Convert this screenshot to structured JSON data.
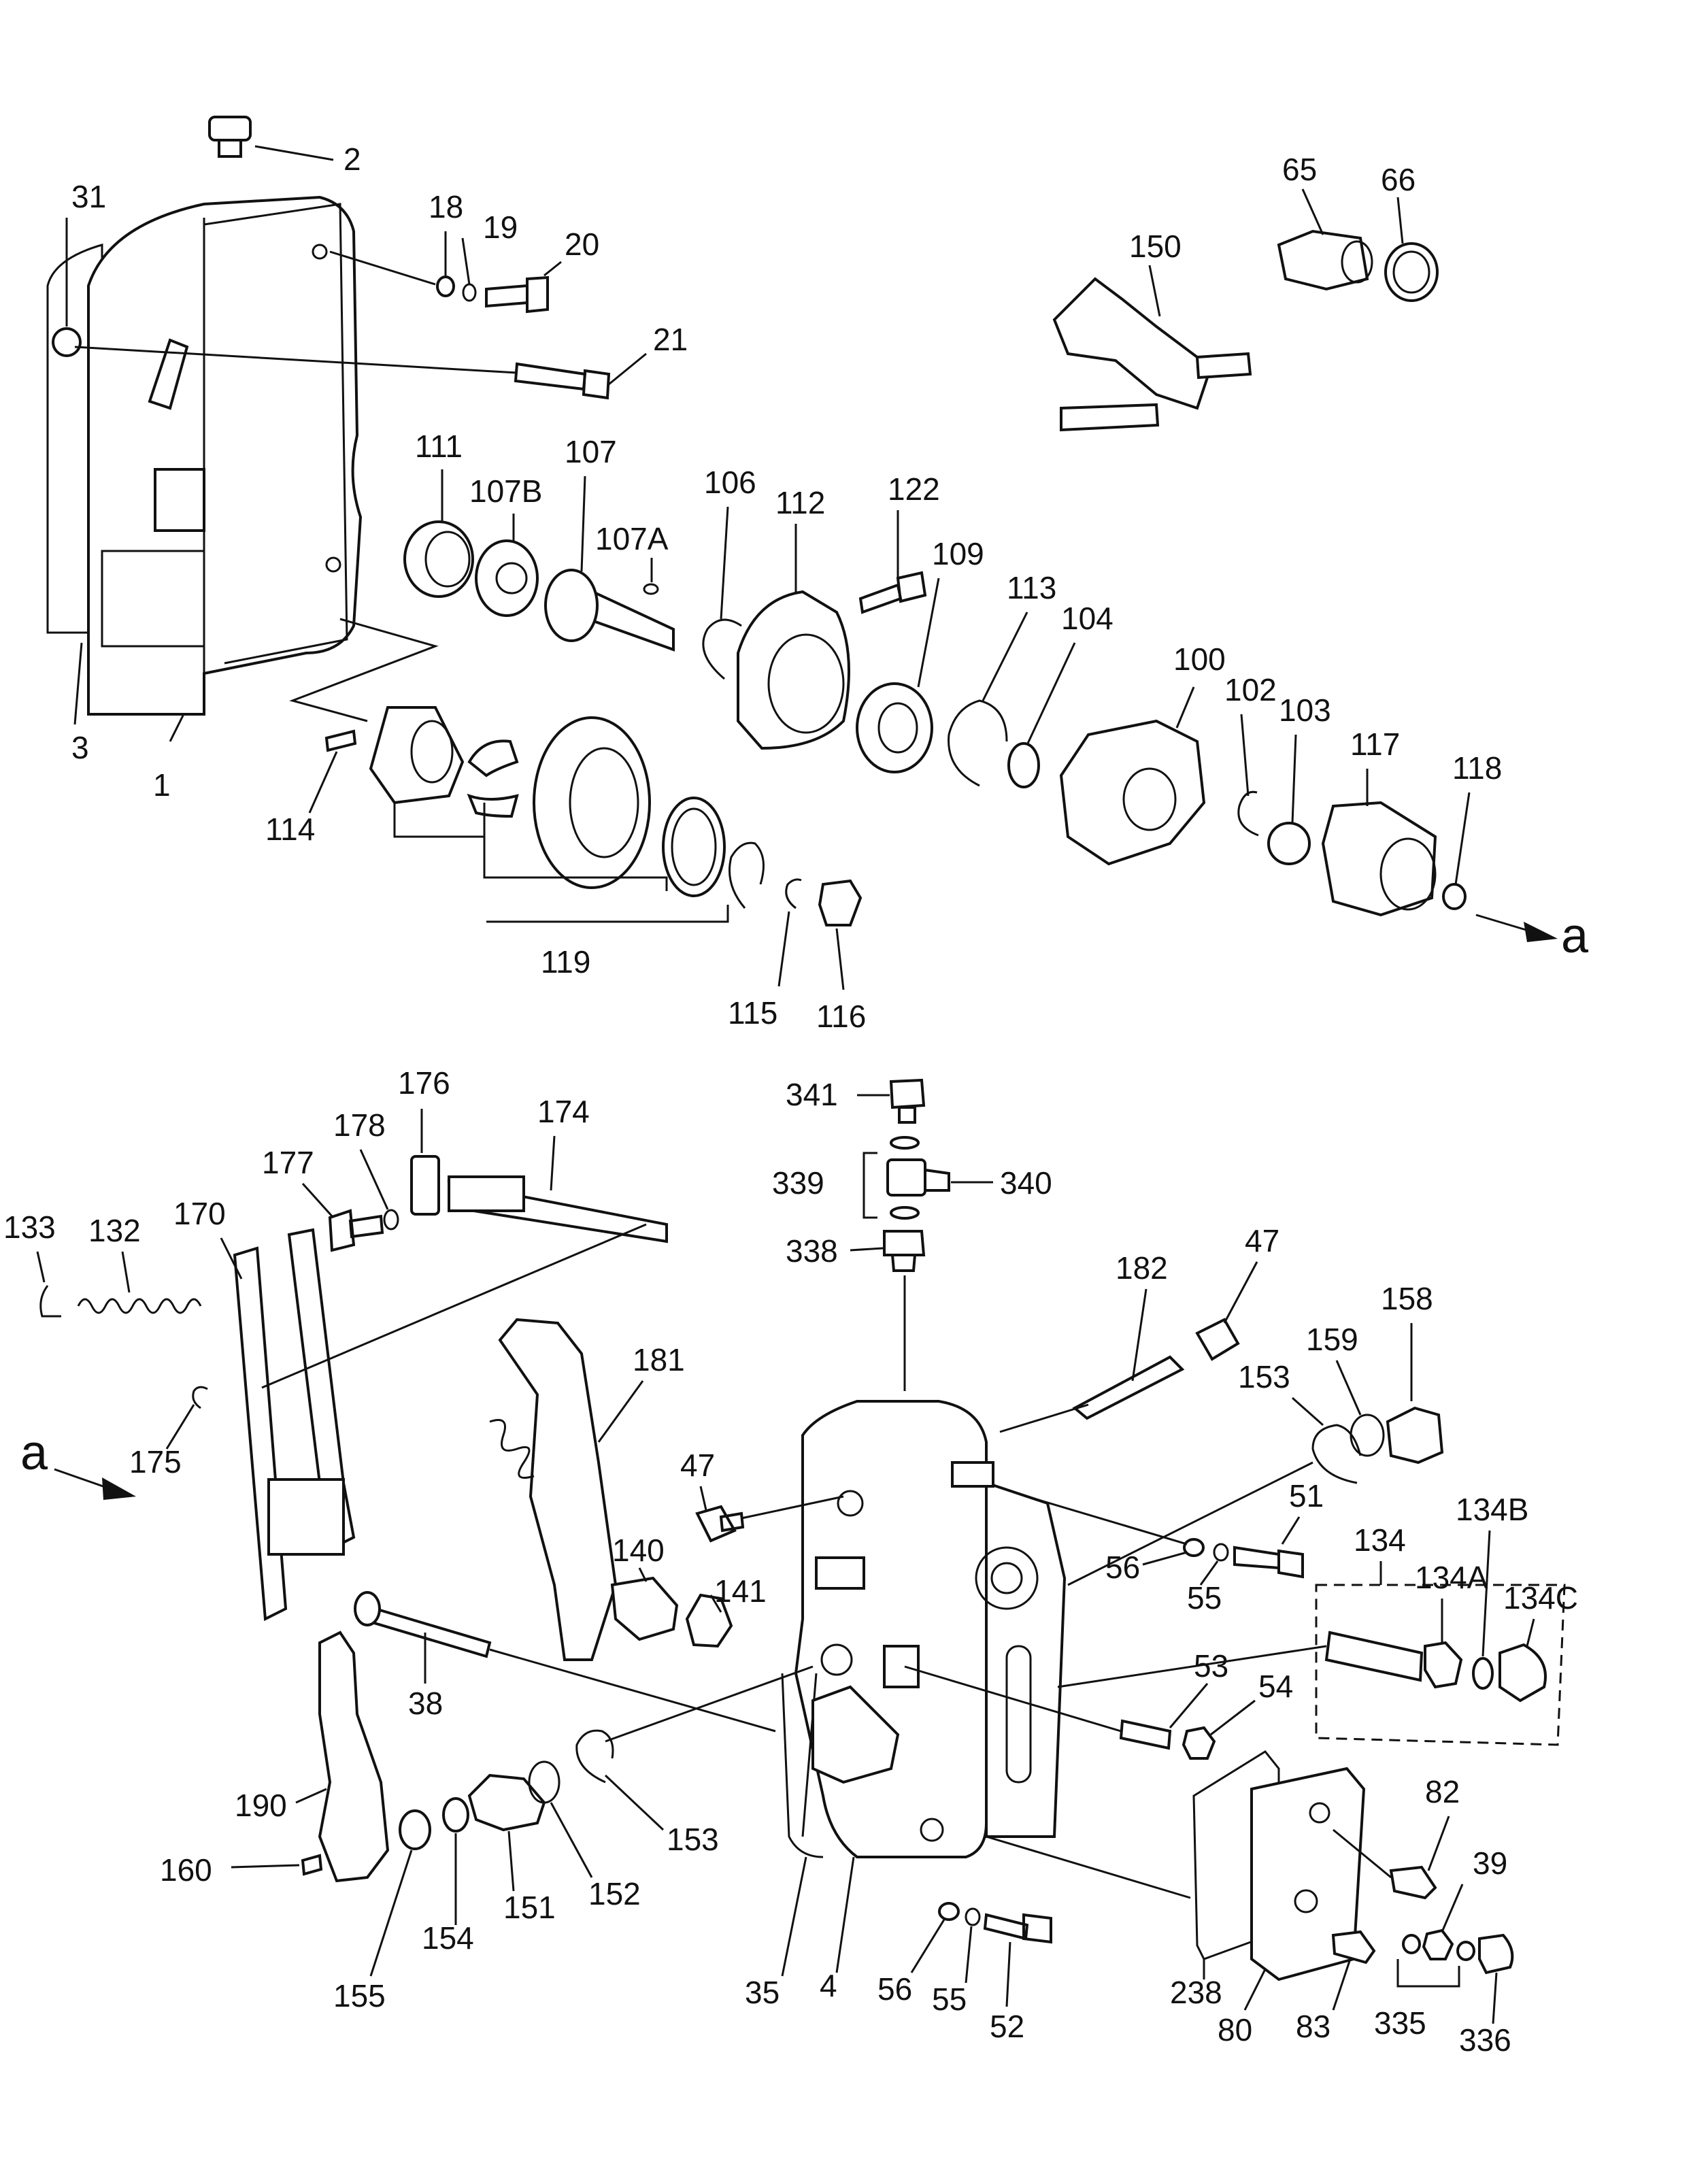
{
  "labels": [
    {
      "id": "2",
      "text": "2"
    },
    {
      "id": "31",
      "text": "31"
    },
    {
      "id": "18",
      "text": "18"
    },
    {
      "id": "19",
      "text": "19"
    },
    {
      "id": "20",
      "text": "20"
    },
    {
      "id": "21",
      "text": "21"
    },
    {
      "id": "3",
      "text": "3"
    },
    {
      "id": "1",
      "text": "1"
    },
    {
      "id": "111",
      "text": "111"
    },
    {
      "id": "107B",
      "text": "107B"
    },
    {
      "id": "107",
      "text": "107"
    },
    {
      "id": "107A",
      "text": "107A"
    },
    {
      "id": "106",
      "text": "106"
    },
    {
      "id": "112",
      "text": "112"
    },
    {
      "id": "122",
      "text": "122"
    },
    {
      "id": "109",
      "text": "109"
    },
    {
      "id": "113",
      "text": "113"
    },
    {
      "id": "104",
      "text": "104"
    },
    {
      "id": "100",
      "text": "100"
    },
    {
      "id": "102",
      "text": "102"
    },
    {
      "id": "103",
      "text": "103"
    },
    {
      "id": "117",
      "text": "117"
    },
    {
      "id": "118",
      "text": "118"
    },
    {
      "id": "65",
      "text": "65"
    },
    {
      "id": "66",
      "text": "66"
    },
    {
      "id": "150",
      "text": "150"
    },
    {
      "id": "114",
      "text": "114"
    },
    {
      "id": "119",
      "text": "119"
    },
    {
      "id": "115",
      "text": "115"
    },
    {
      "id": "116",
      "text": "116"
    },
    {
      "id": "a1",
      "text": "a"
    },
    {
      "id": "176",
      "text": "176"
    },
    {
      "id": "174",
      "text": "174"
    },
    {
      "id": "178",
      "text": "178"
    },
    {
      "id": "177",
      "text": "177"
    },
    {
      "id": "133",
      "text": "133"
    },
    {
      "id": "132",
      "text": "132"
    },
    {
      "id": "170",
      "text": "170"
    },
    {
      "id": "175",
      "text": "175"
    },
    {
      "id": "a2",
      "text": "a"
    },
    {
      "id": "341",
      "text": "341"
    },
    {
      "id": "339",
      "text": "339"
    },
    {
      "id": "340",
      "text": "340"
    },
    {
      "id": "338",
      "text": "338"
    },
    {
      "id": "182",
      "text": "182"
    },
    {
      "id": "47a",
      "text": "47"
    },
    {
      "id": "158",
      "text": "158"
    },
    {
      "id": "159",
      "text": "159"
    },
    {
      "id": "153a",
      "text": "153"
    },
    {
      "id": "181",
      "text": "181"
    },
    {
      "id": "47b",
      "text": "47"
    },
    {
      "id": "51",
      "text": "51"
    },
    {
      "id": "56a",
      "text": "56"
    },
    {
      "id": "55a",
      "text": "55"
    },
    {
      "id": "134",
      "text": "134"
    },
    {
      "id": "134B",
      "text": "134B"
    },
    {
      "id": "134A",
      "text": "134A"
    },
    {
      "id": "134C",
      "text": "134C"
    },
    {
      "id": "140",
      "text": "140"
    },
    {
      "id": "141",
      "text": "141"
    },
    {
      "id": "38",
      "text": "38"
    },
    {
      "id": "53",
      "text": "53"
    },
    {
      "id": "54",
      "text": "54"
    },
    {
      "id": "190",
      "text": "190"
    },
    {
      "id": "153b",
      "text": "153"
    },
    {
      "id": "152",
      "text": "152"
    },
    {
      "id": "151",
      "text": "151"
    },
    {
      "id": "160",
      "text": "160"
    },
    {
      "id": "154",
      "text": "154"
    },
    {
      "id": "155",
      "text": "155"
    },
    {
      "id": "82",
      "text": "82"
    },
    {
      "id": "39",
      "text": "39"
    },
    {
      "id": "35",
      "text": "35"
    },
    {
      "id": "4",
      "text": "4"
    },
    {
      "id": "56b",
      "text": "56"
    },
    {
      "id": "55b",
      "text": "55"
    },
    {
      "id": "52",
      "text": "52"
    },
    {
      "id": "238",
      "text": "238"
    },
    {
      "id": "80",
      "text": "80"
    },
    {
      "id": "83",
      "text": "83"
    },
    {
      "id": "335",
      "text": "335"
    },
    {
      "id": "336",
      "text": "336"
    }
  ]
}
